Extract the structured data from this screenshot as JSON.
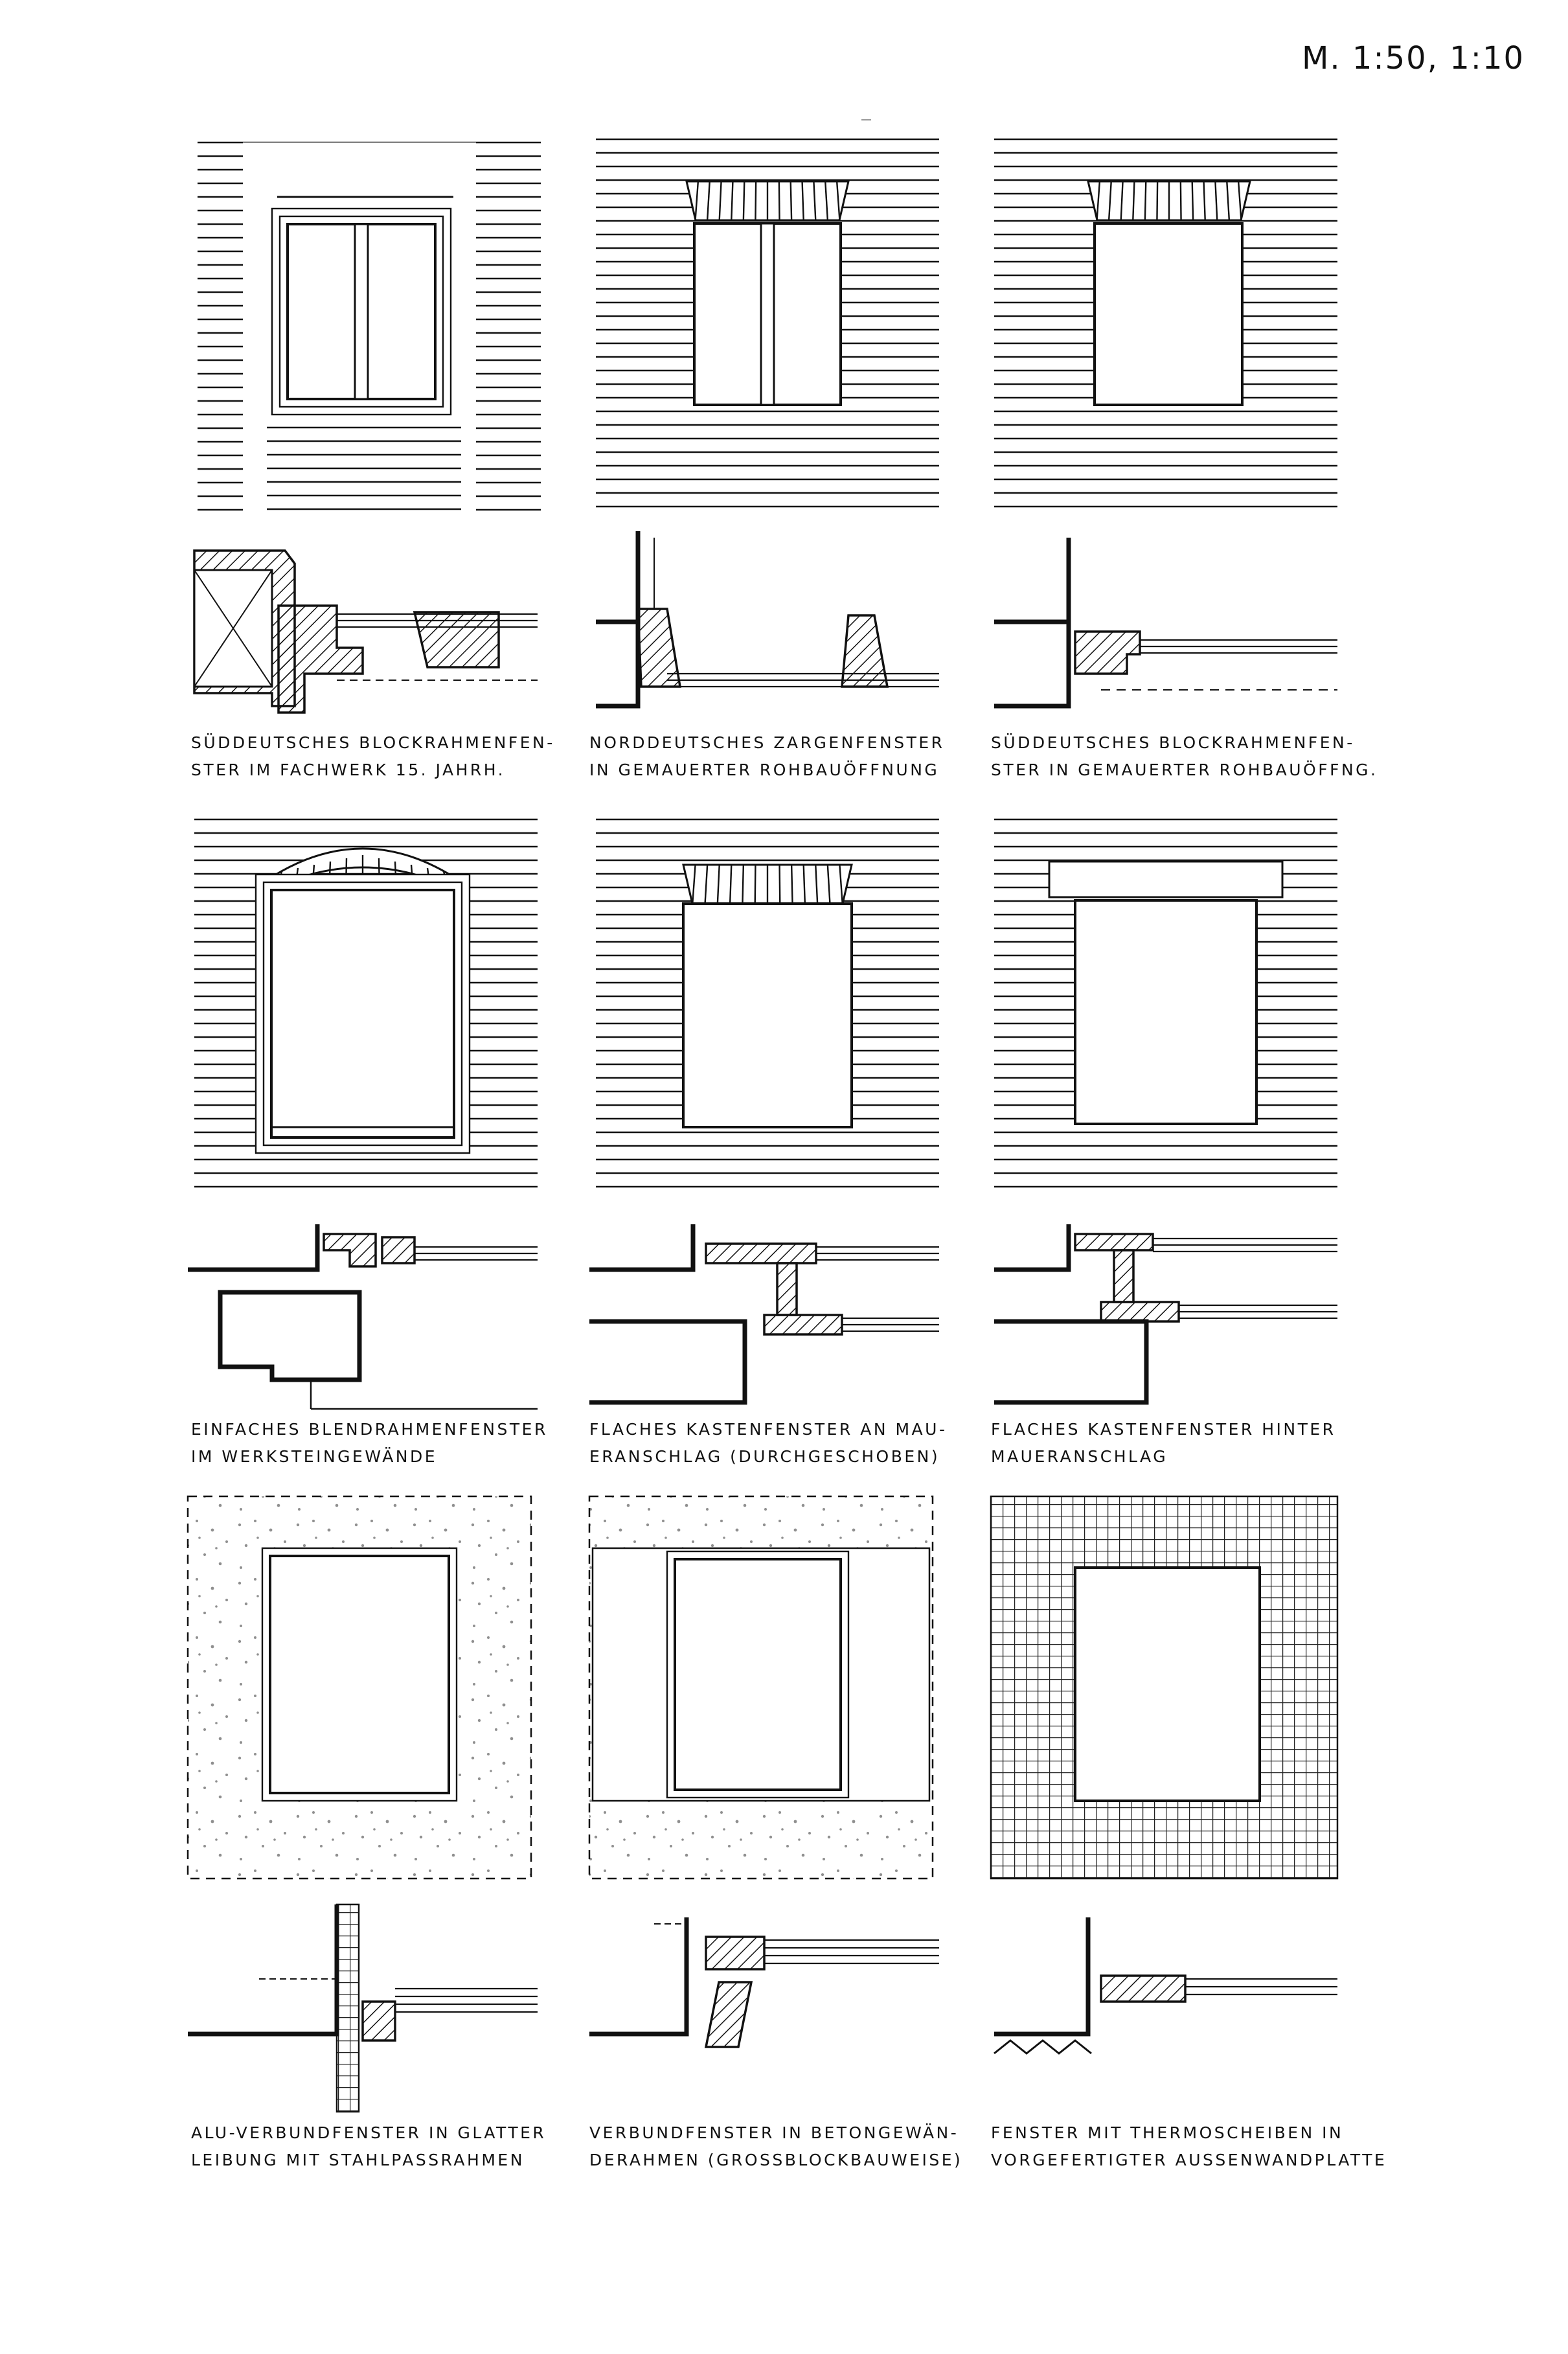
{
  "sheet": {
    "scale": "M. 1:50, 1:10"
  },
  "panels": [
    {
      "id": "sueddeutsches-blockrahmenfenster-fachwerk",
      "caption": [
        "SÜDDEUTSCHES BLOCKRAHMENFEN-",
        "STER IM FACHWERK 15. JAHRH."
      ]
    },
    {
      "id": "norddeutsches-zargenfenster",
      "caption": [
        "NORDDEUTSCHES ZARGENFENSTER",
        "IN GEMAUERTER ROHBAUÖFFNUNG"
      ]
    },
    {
      "id": "sueddeutsches-blockrahmenfenster-mauer",
      "caption": [
        "SÜDDEUTSCHES BLOCKRAHMENFEN-",
        "STER IN GEMAUERTER ROHBAUÖFFNG."
      ]
    },
    {
      "id": "einfaches-blendrahmenfenster",
      "caption": [
        "EINFACHES BLENDRAHMENFENSTER",
        "IM WERKSTEINGEWÄNDE"
      ]
    },
    {
      "id": "flaches-kastenfenster-an-maueranschlag",
      "caption": [
        "FLACHES KASTENFENSTER AN MAU-",
        "ERANSCHLAG (DURCHGESCHOBEN)"
      ]
    },
    {
      "id": "flaches-kastenfenster-hinter-maueranschlag",
      "caption": [
        "FLACHES KASTENFENSTER HINTER",
        "MAUERANSCHLAG"
      ]
    },
    {
      "id": "alu-verbundfenster",
      "caption": [
        "ALU-VERBUNDFENSTER IN GLATTER",
        "LEIBUNG MIT STAHLPASSRAHMEN"
      ]
    },
    {
      "id": "verbundfenster-betongewaenderahmen",
      "caption": [
        "VERBUNDFENSTER IN BETONGEWÄN-",
        "DERAHMEN (GROSSBLOCKBAUWEISE)"
      ]
    },
    {
      "id": "fenster-thermoscheiben",
      "caption": [
        "FENSTER MIT THERMOSCHEIBEN IN",
        "VORGEFERTIGTER AUSSENWANDPLATTE"
      ]
    }
  ]
}
